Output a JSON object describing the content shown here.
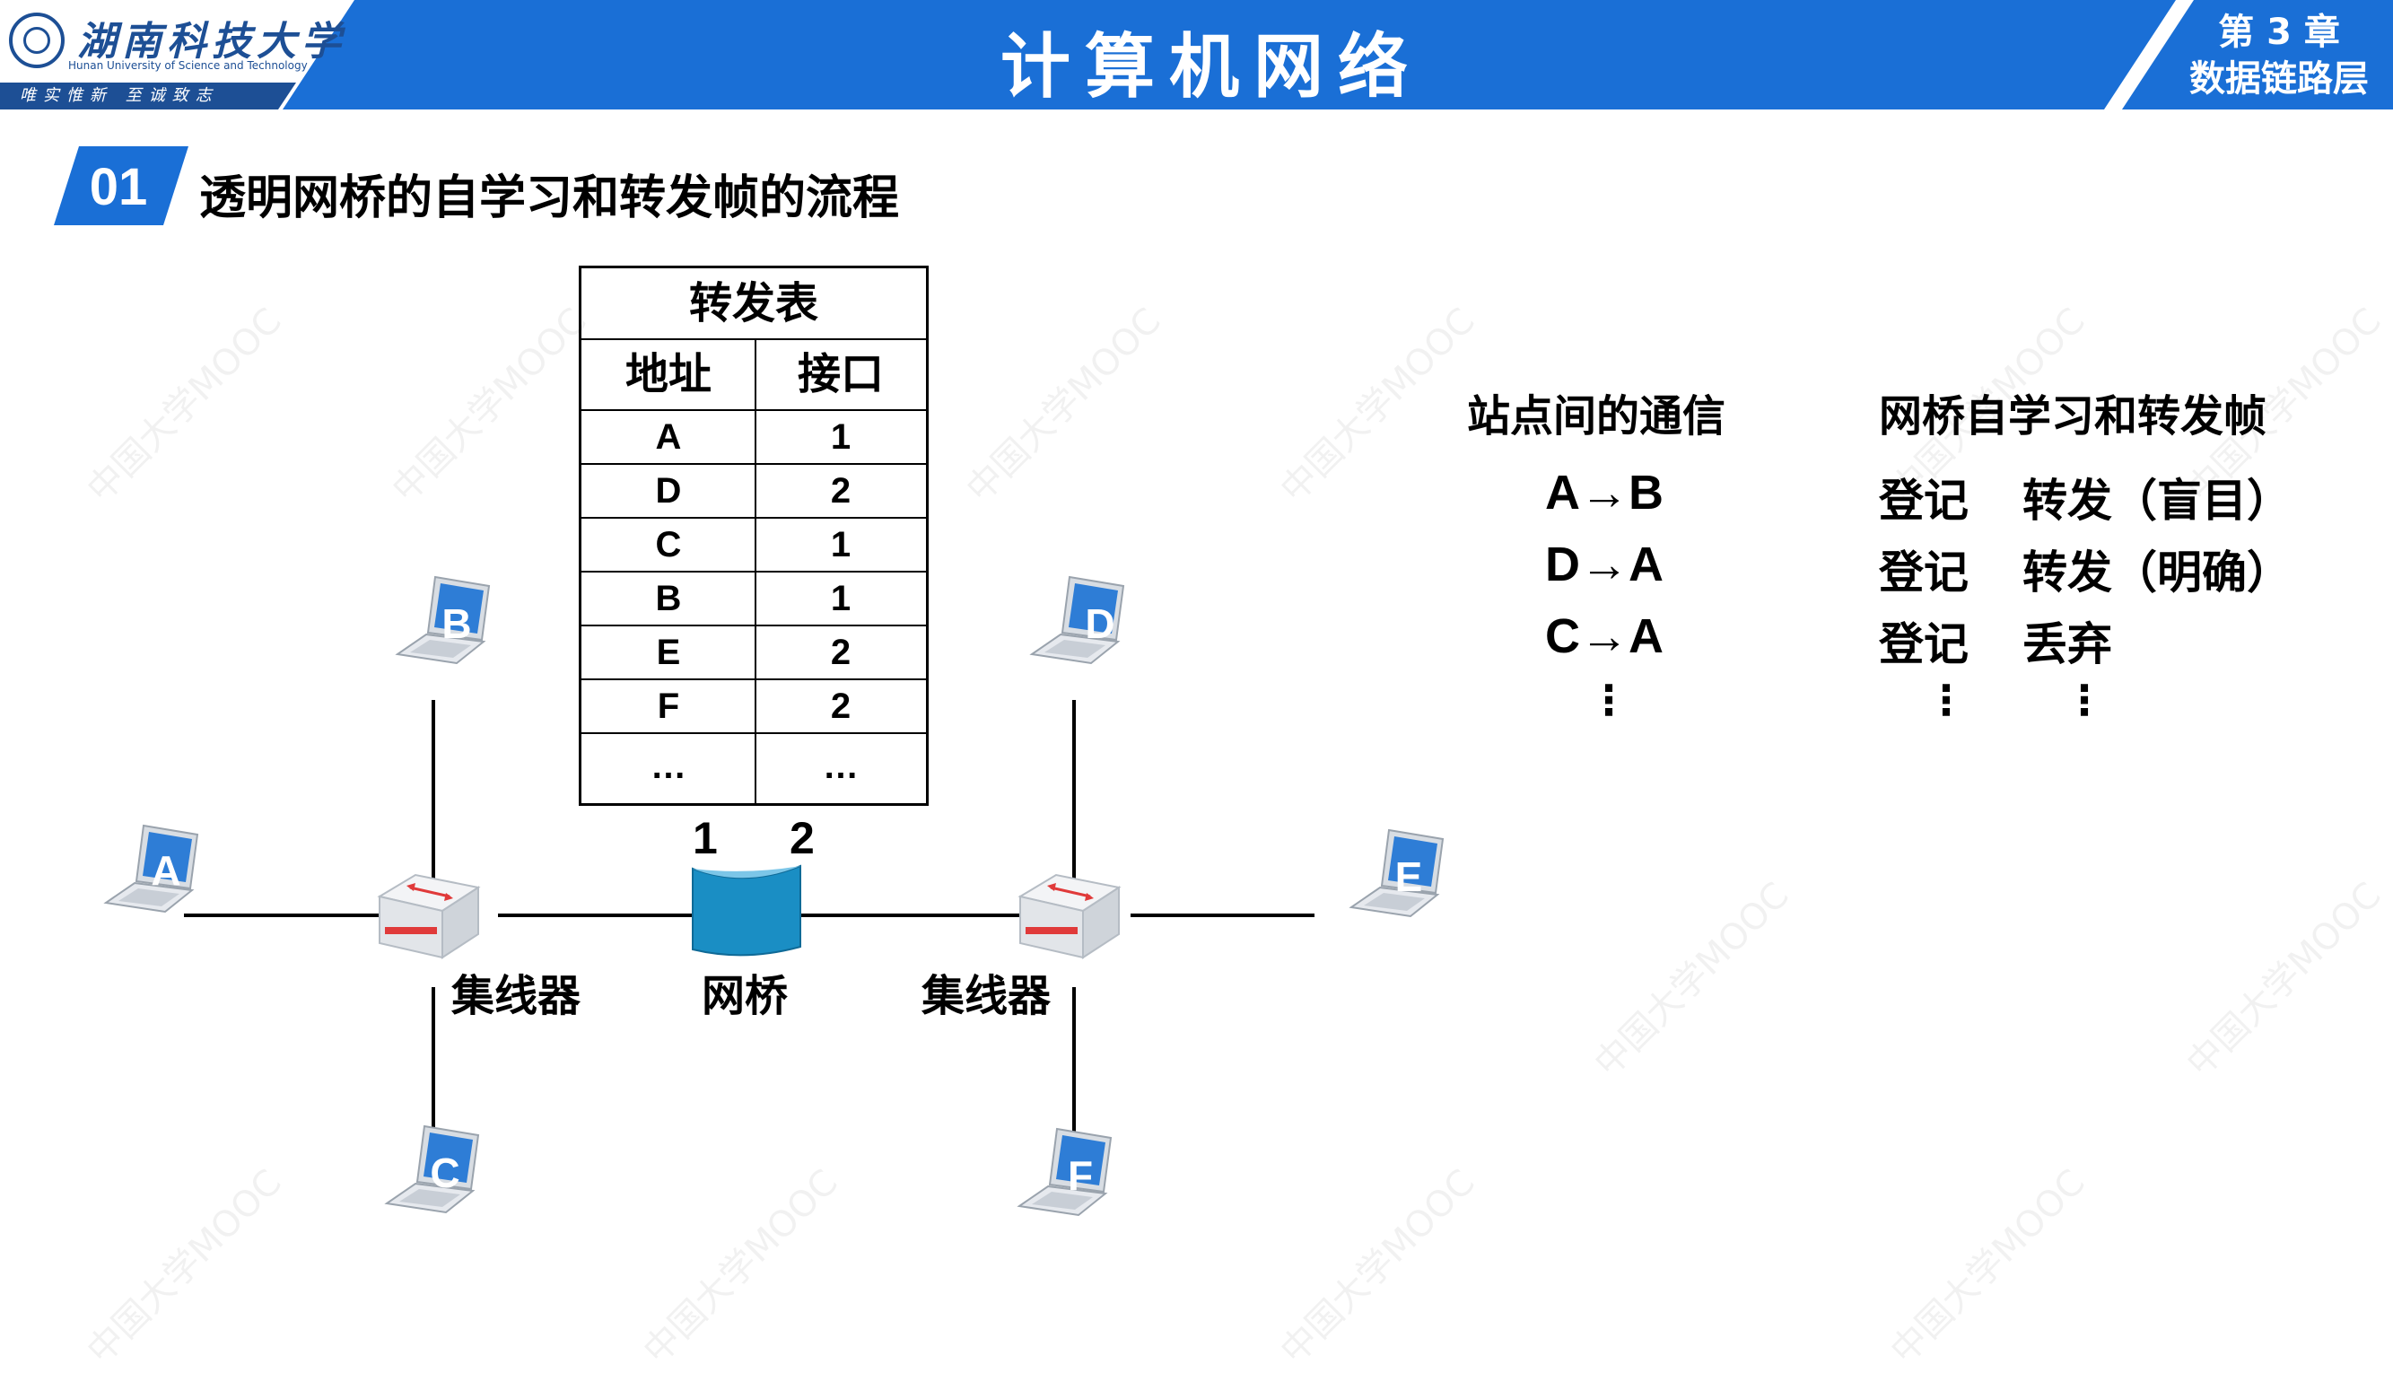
{
  "header": {
    "university_name": "湖南科技大学",
    "university_en": "Hunan University of Science and Technology",
    "motto": "唯实惟新  至诚致志",
    "course_title": "计算机网络",
    "chapter": "第 3 章",
    "chapter_name": "数据链路层",
    "colors": {
      "header_blue": "#1a6fd6",
      "dark_blue": "#1d4f95"
    }
  },
  "section": {
    "number": "01",
    "title": "透明网桥的自学习和转发帧的流程"
  },
  "forwarding_table": {
    "caption": "转发表",
    "columns": [
      "地址",
      "接口"
    ],
    "rows": [
      [
        "A",
        "1"
      ],
      [
        "D",
        "2"
      ],
      [
        "C",
        "1"
      ],
      [
        "B",
        "1"
      ],
      [
        "E",
        "2"
      ],
      [
        "F",
        "2"
      ],
      [
        "…",
        "…"
      ]
    ]
  },
  "network": {
    "hosts": [
      "A",
      "B",
      "C",
      "D",
      "E",
      "F"
    ],
    "hub_left_label": "集线器",
    "hub_right_label": "集线器",
    "bridge_label": "网桥",
    "port_1": "1",
    "port_2": "2"
  },
  "panel": {
    "comm_header": "站点间的通信",
    "action_header": "网桥自学习和转发帧",
    "rows": [
      {
        "comm": "A→B",
        "learn": "登记",
        "action": "转发（盲目）"
      },
      {
        "comm": "D→A",
        "learn": "登记",
        "action": "转发（明确）"
      },
      {
        "comm": "C→A",
        "learn": "登记",
        "action": "丢弃"
      }
    ],
    "ellipsis": "⋮"
  },
  "watermark": "中国大学MOOC"
}
